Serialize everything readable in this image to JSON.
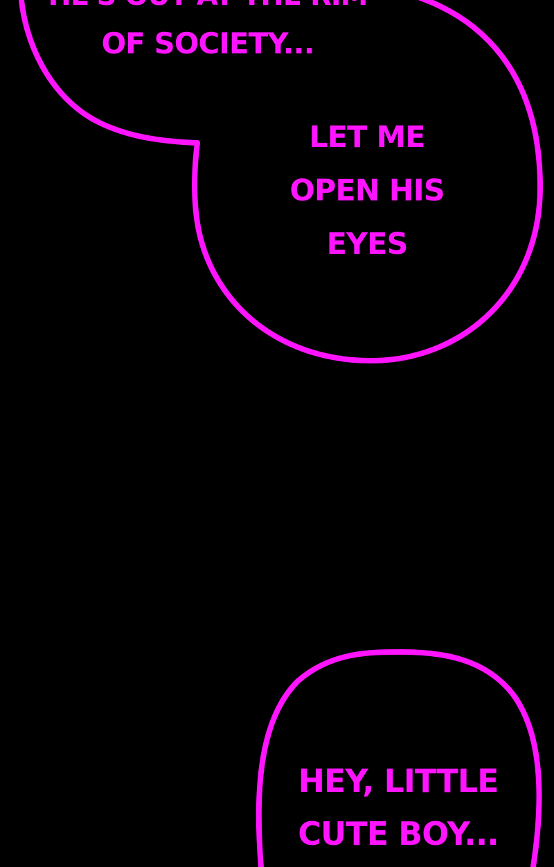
{
  "panel": {
    "background_color": "#000000",
    "accent_color": "#ff14ff"
  },
  "upper_bubble": {
    "cut_line": "HE'S OUT AT THE RIM",
    "lines": [
      "OF SOCIETY..."
    ],
    "tail_lines": [
      "LET ME",
      "OPEN HIS",
      "EYES"
    ]
  },
  "lower_bubble": {
    "lines": [
      "HEY, LITTLE",
      "CUTE BOY..."
    ]
  }
}
